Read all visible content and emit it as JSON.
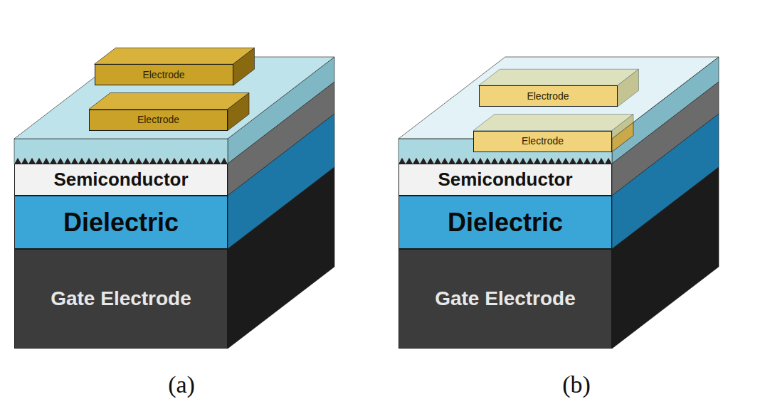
{
  "diagram": {
    "nodes": [
      {
        "text": [
          "Electrode"
        ]
      },
      {
        "text": [
          "Electrode"
        ]
      },
      {
        "text": [
          "Semiconductor"
        ]
      },
      {
        "text": [
          "Dielectric"
        ]
      },
      {
        "text": [
          "Gate Electrode"
        ]
      },
      {
        "text": [
          "Electrode"
        ]
      },
      {
        "text": [
          "Electrode"
        ]
      },
      {
        "text": [
          "Semiconductor"
        ]
      },
      {
        "text": [
          "Dielectric"
        ]
      },
      {
        "text": [
          "Gate Electrode"
        ]
      }
    ],
    "labels": [
      "(a)",
      "(b)"
    ]
  }
}
